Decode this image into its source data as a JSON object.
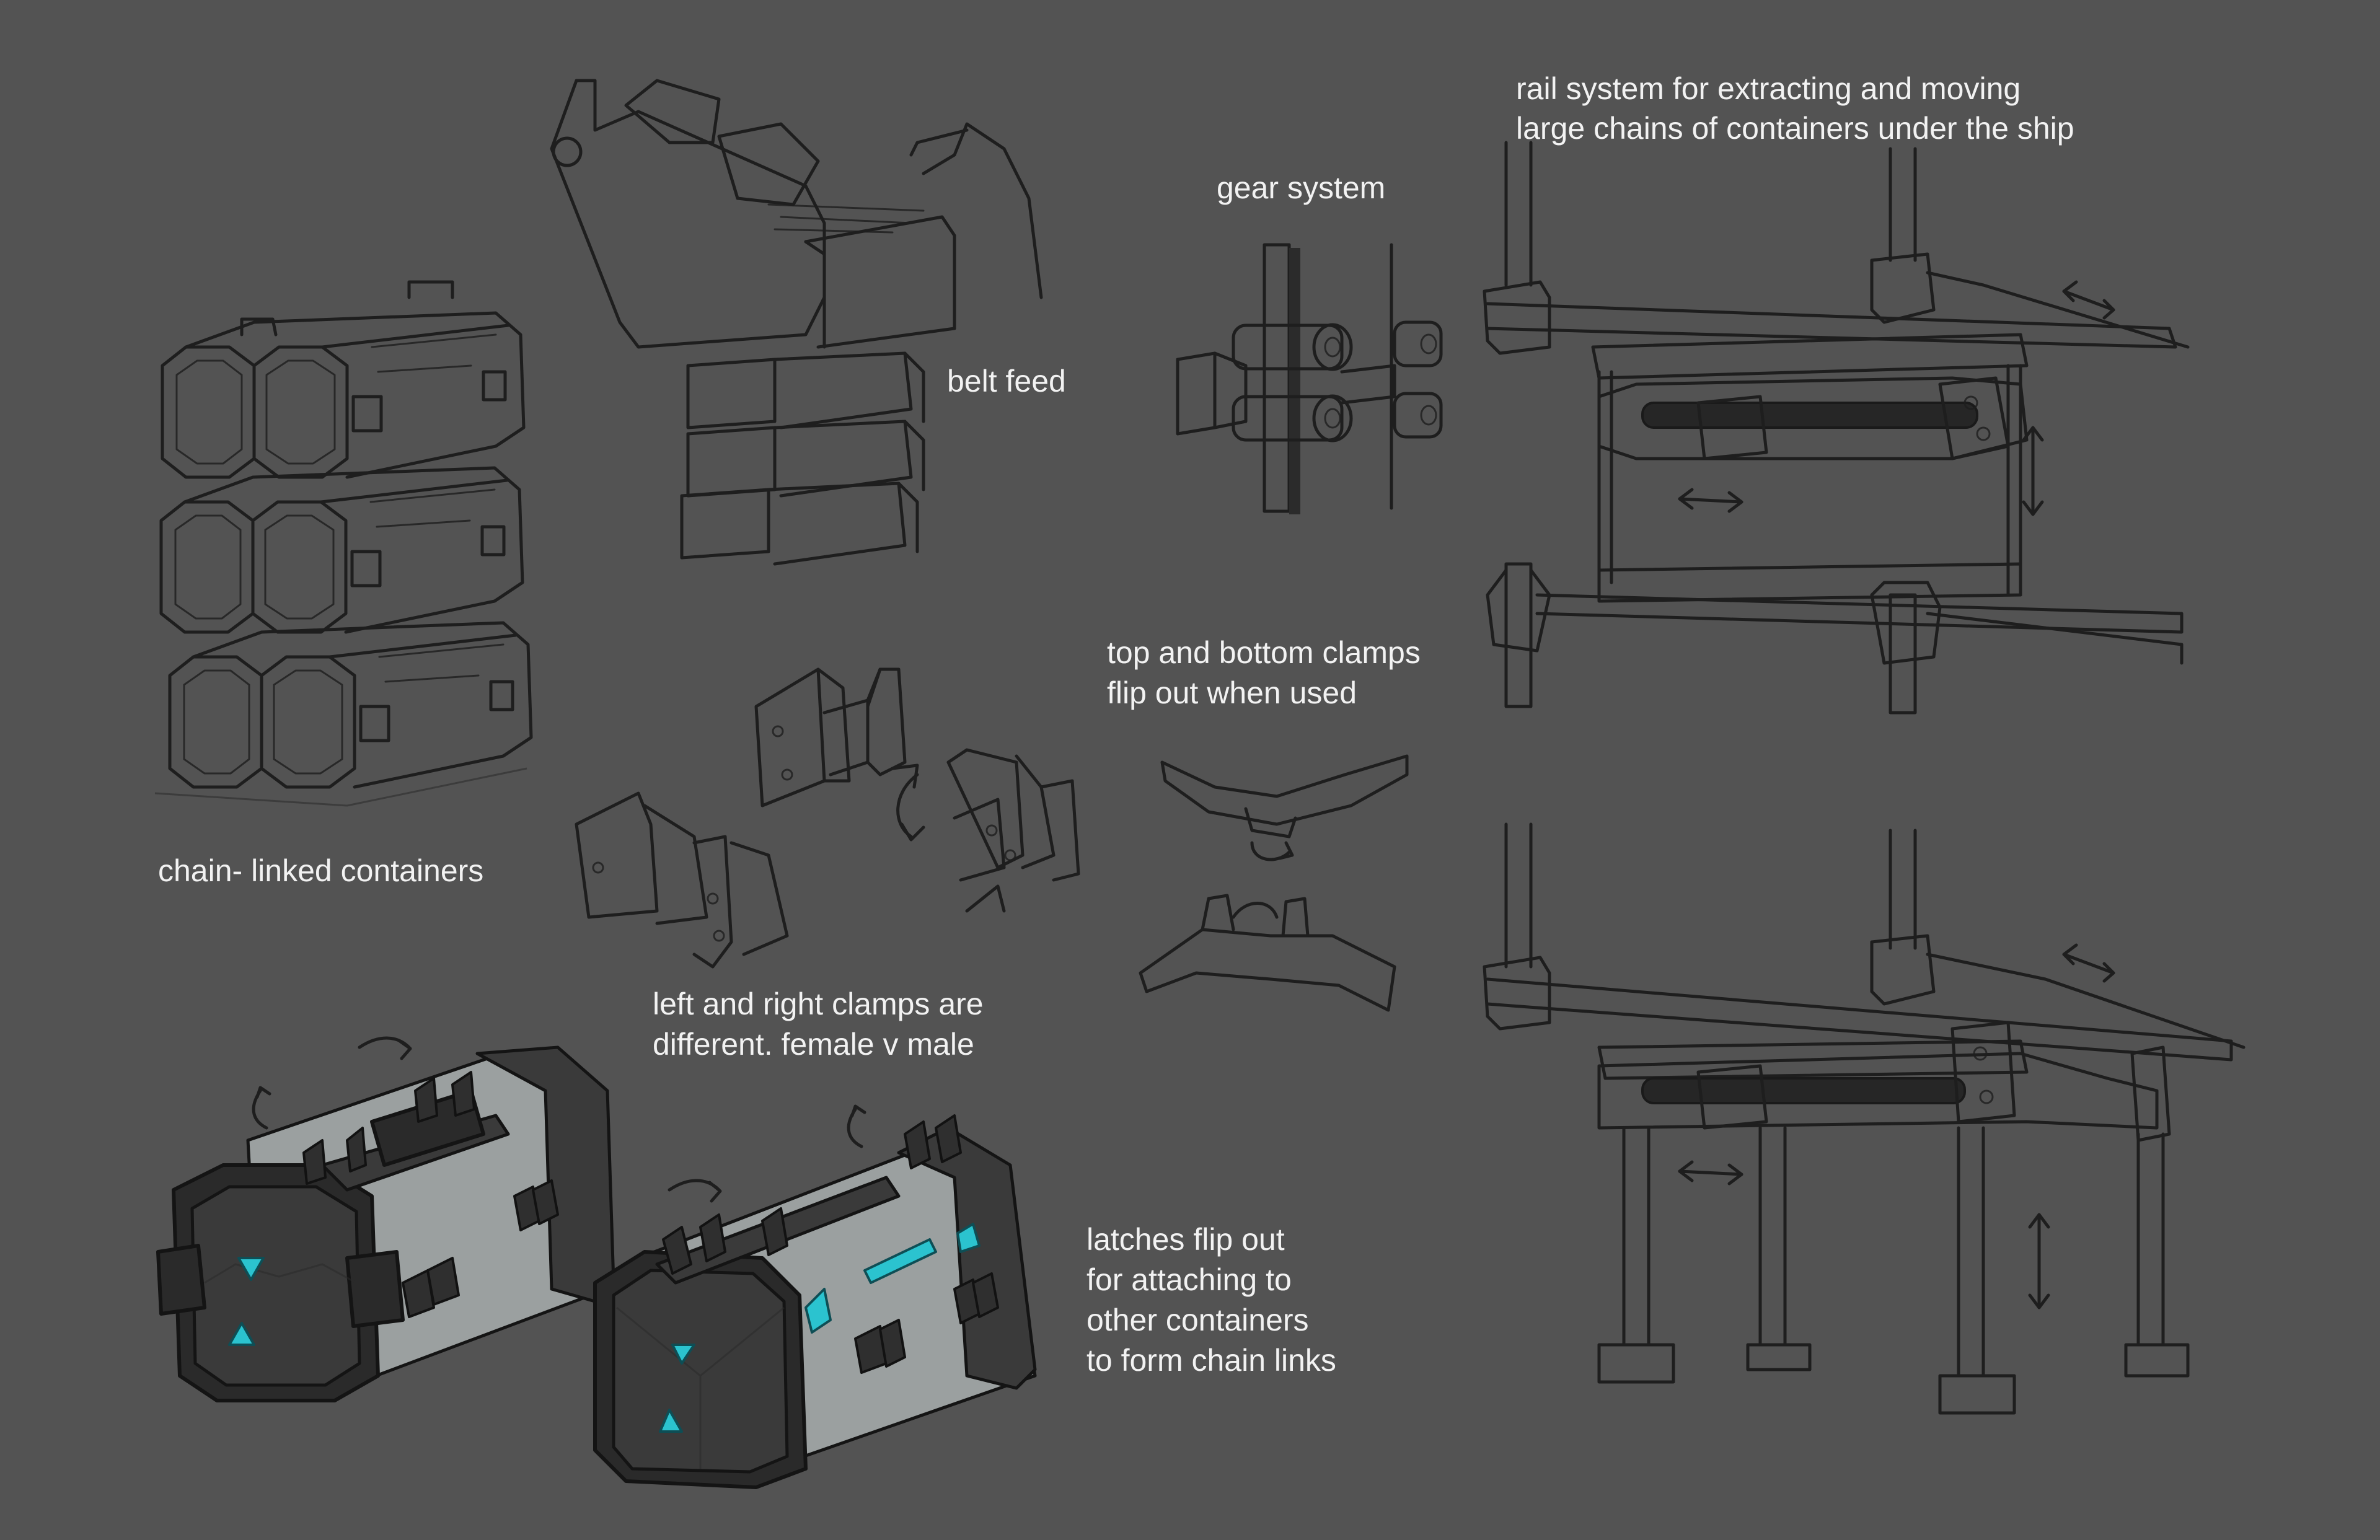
{
  "labels": {
    "chain_linked": "chain- linked containers",
    "belt_feed": "belt feed",
    "gear_system": "gear system",
    "rail_system_line1": "rail system for extracting and moving",
    "rail_system_line2": "large chains of containers under the ship",
    "clamps_line1": "top and bottom clamps",
    "clamps_line2": "flip out when used",
    "lr_clamps_line1": "left and right clamps are",
    "lr_clamps_line2": "different. female v male",
    "latches_line1": "latches flip out",
    "latches_line2": "for attaching to",
    "latches_line3": "other containers",
    "latches_line4": "to form chain links"
  },
  "colors": {
    "background": "#535353",
    "text": "#f2f2f2",
    "line": "#1e1e1e",
    "accent_cyan": "#2bc3cf",
    "metal_light": "#9ba0a0",
    "body_dark": "#2a2a2a"
  }
}
